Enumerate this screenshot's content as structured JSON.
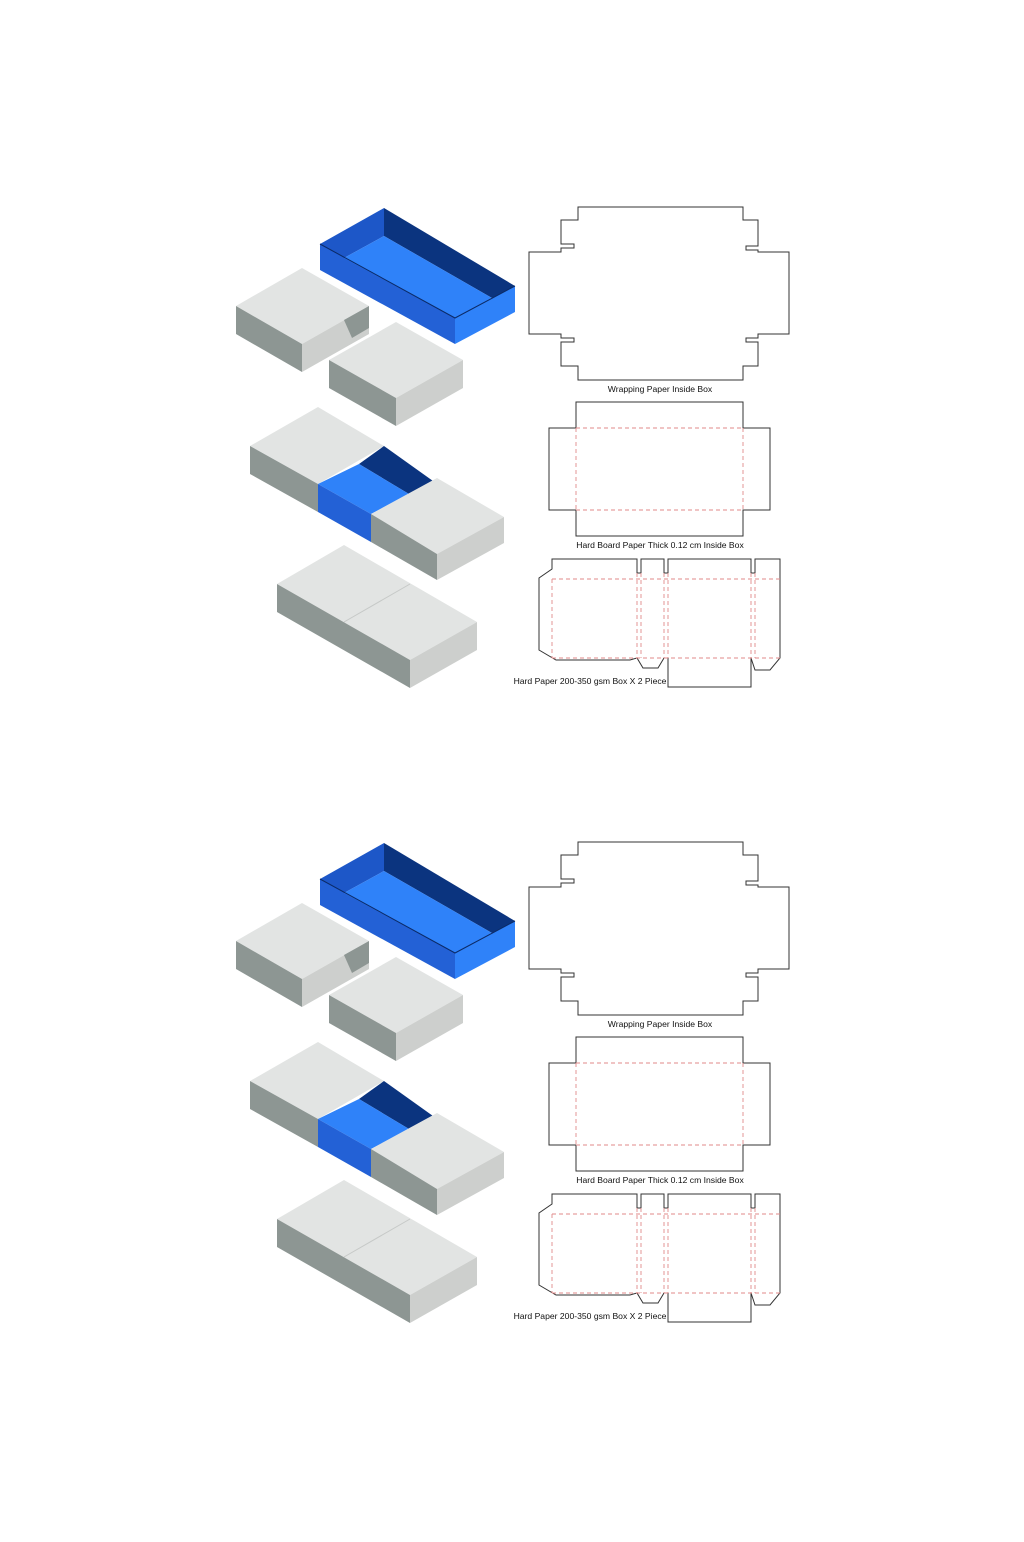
{
  "colors": {
    "background": "#ffffff",
    "box_top": "#e2e4e3",
    "box_left": "#8d9693",
    "box_right": "#cdcfcd",
    "tray_light": "#2f82f9",
    "tray_mid": "#2361d6",
    "tray_dark": "#0b347f",
    "cut_line": "#333333",
    "fold_line": "#e08a8a"
  },
  "panels": [
    {
      "labels": {
        "wrapping": "Wrapping Paper Inside Box",
        "hardboard": "Hard Board Paper  Thick 0.12 cm Inside Box",
        "hardpaper": "Hard Paper 200-350 gsm Box  X 2 Piece"
      }
    },
    {
      "labels": {
        "wrapping": "Wrapping Paper Inside Box",
        "hardboard": "Hard Board Paper  Thick 0.12 cm Inside Box",
        "hardpaper": "Hard Paper 200-350 gsm Box  X 2 Piece"
      }
    }
  ]
}
